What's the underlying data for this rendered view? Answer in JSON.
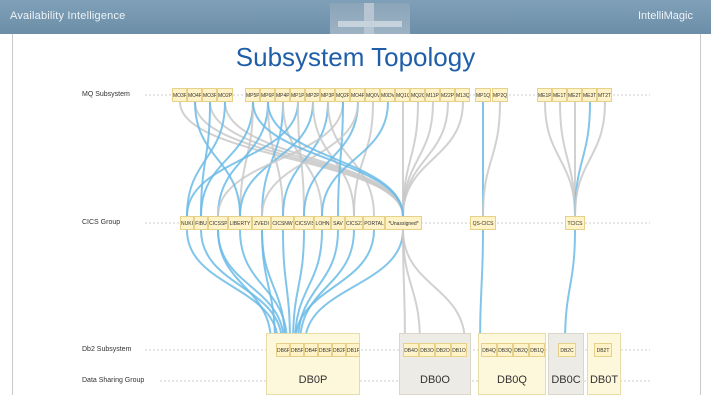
{
  "header": {
    "left_text": "Availability Intelligence",
    "right_text": "IntelliMagic"
  },
  "title": "Subsystem Topology",
  "row_labels": {
    "mq": "MQ Subsystem",
    "cics": "CICS Group",
    "db2": "Db2 Subsystem",
    "dsg": "Data Sharing Group"
  },
  "mq_nodes": [
    "MO3P",
    "MO4P",
    "MO3P",
    "MO2P",
    "MP5P",
    "MP6P",
    "MP4P",
    "MP1P",
    "MP2P",
    "MP3P",
    "MQ2P",
    "MO4P",
    "MQ0V",
    "M0DV",
    "MQ1Q",
    "MQ2Q",
    "M11P",
    "M22P",
    "M13Q",
    "MP1Q",
    "MP2Q",
    "ME1P",
    "ME1T",
    "ME2T",
    "ME3T",
    "MT2T"
  ],
  "cics_nodes": [
    "NUKI",
    "FIBU",
    "CICSSP",
    "LIBERTY",
    "ZVEDI",
    "CICSNW",
    "CICSVIS",
    "LOHN",
    "SAV",
    "CICS21",
    "PORTAL",
    "*Unassigned*",
    "QS-CICS",
    "TCICS"
  ],
  "db2_nodes": [
    "DB6P",
    "DB5P",
    "DB4P",
    "DB3P",
    "DB2P",
    "DB1P",
    "DB4O",
    "DB3O",
    "DB2O",
    "DB1O",
    "DB4Q",
    "DB3Q",
    "DB2Q",
    "DB1Q",
    "DB2C",
    "DB2T"
  ],
  "dsg_nodes": [
    "DB0P",
    "DB0O",
    "DB0Q",
    "DB0C",
    "DB0T"
  ],
  "colors": {
    "title": "#1f5fa8",
    "node_fill": "#fff3c7",
    "link_blue": "#6bbbe6",
    "link_gray": "#c9c9c9",
    "group_fill_p": "#fdf7dc",
    "group_fill_o": "#ecebe6",
    "group_fill_c": "#ecebe6"
  }
}
